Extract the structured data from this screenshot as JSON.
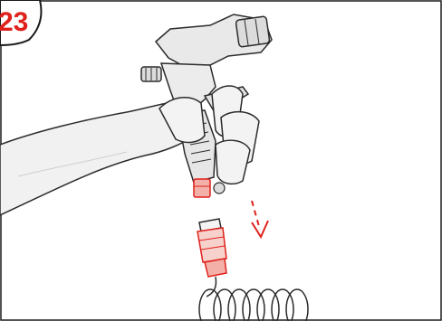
{
  "step": {
    "number": "23"
  },
  "colors": {
    "accent": "#e0201b",
    "line": "#2b2b2b",
    "fill_light": "#f1f1f1",
    "fill_mid": "#dcdcdc",
    "highlight": "#f3b0a8",
    "border": "#1a1a1a"
  },
  "icons": [
    "spray-gun",
    "hand",
    "quick-coupler",
    "coiled-air-hose",
    "dashed-arrow-down"
  ]
}
